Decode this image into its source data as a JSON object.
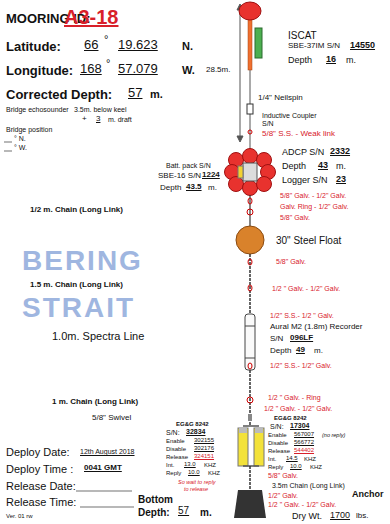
{
  "diagram": {
    "labels": [
      "MOORING ID:",
      "A3-18",
      "Latitude:",
      "66",
      "°",
      "19.623",
      "N.",
      "Longitude:",
      "168",
      "°",
      "57.079",
      "W.",
      "Corrected Depth:",
      "57",
      "m.",
      "Bridge echosounder",
      "3.5m. below keel",
      "+",
      "3",
      "m. draft",
      "Bridge position",
      "° N.",
      "° W.",
      "ISCAT",
      "SBE-37IM S/N",
      "14550",
      "Depth",
      "16",
      "m.",
      "28.5m.",
      "1/4\" Neilspin",
      "Inductive Coupler",
      "S/N",
      "5/8\" S.S. - Weak link",
      "ADCP S/N",
      "2332",
      "Depth",
      "43",
      "m.",
      "Logger S/N",
      "23",
      "Batt. pack S/N",
      "SBE-16 S/N",
      "1224",
      "Depth",
      "43.5",
      "m.",
      "5/8\" Galv. - 1/2\" Galv.",
      "Galv. Ring - 1/2\" Galv.",
      "5/8\" Galv.",
      "1/2 m. Chain (Long Link)",
      "30\" Steel Float",
      "BERING",
      "STRAIT",
      "1.5 m. Chain (Long Link)",
      "5/8\" Galv.",
      "1/2 \" Galv. - 1/2\" Galv.",
      "1.0m. Spectra Line",
      "1/2\" S.S.- 1/2 \" Galv.",
      "Aural M2 (1.8m) Recorder",
      "S/N",
      "096LF",
      "Depth",
      "49",
      "m.",
      "1/2\" S.S.- 1/2\" Galv.",
      "1 m. Chain (Long Link)",
      "1/2 \" Galv. - Ring",
      "1/2 \" Galv. - 1/2\" Galv.",
      "5/8\" Swivel",
      "EG&G 8242",
      "S/N:",
      "32834",
      "Enable",
      "302155",
      "Disable",
      "302176",
      "Release",
      "324151",
      "Int.",
      "13.0",
      "KHZ",
      "Reply",
      "10.0",
      "KHZ",
      "So wait to reply",
      "to release",
      "EG&G 8242",
      "S/N:",
      "17304",
      "Enable",
      "567007",
      "(no reply)",
      "Disable",
      "566772",
      "Release",
      "544402",
      "Int.",
      "14.5",
      "KHZ",
      "Reply",
      "10.0",
      "KHZ",
      "5/8\" Galv.",
      "3.5m Chain (Long Link)",
      "1/2\" Galv.",
      "1/2 \" Galv. - 1/2\" Galv.",
      "Anchor",
      "Dry Wt.",
      "1700",
      "lbs.",
      "Deploy Date:",
      "12th August 2018",
      "Deploy Time :",
      "0041 GMT",
      "Release Date:",
      "Release Time:",
      "Ver. 01 rw",
      "Bottom",
      "Depth:",
      "57",
      "m."
    ]
  }
}
